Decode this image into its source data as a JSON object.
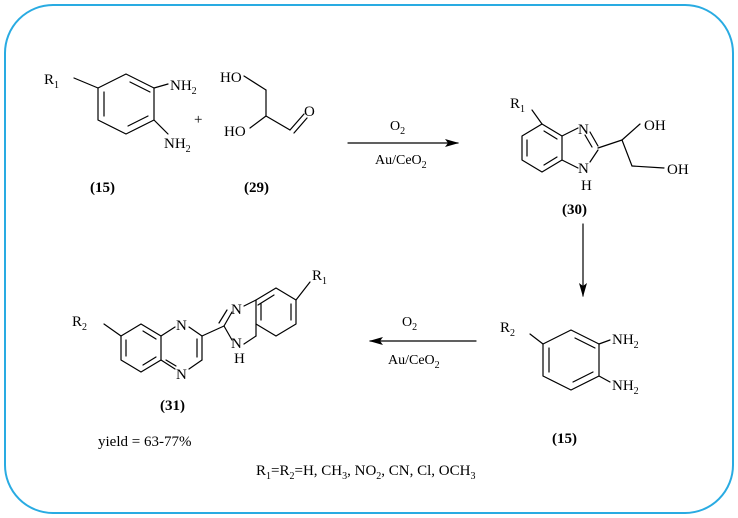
{
  "frame": {
    "border_color": "#29abe2"
  },
  "compounds": {
    "c15_top": {
      "label": "(15)",
      "substituent": {
        "main": "R",
        "sub": "1"
      },
      "amine_1": {
        "main": "NH",
        "sub": "2"
      },
      "amine_2": {
        "main": "NH",
        "sub": "2"
      }
    },
    "plus": "+",
    "c29": {
      "label": "(29)",
      "ho_1": "HO",
      "ho_2": "HO",
      "o": "O"
    },
    "c30": {
      "label": "(30)",
      "substituent": {
        "main": "R",
        "sub": "1"
      },
      "n": "N",
      "nh_n": "N",
      "nh_h": "H",
      "oh_1": "OH",
      "oh_2": "OH"
    },
    "c15_right": {
      "label": "(15)",
      "substituent": {
        "main": "R",
        "sub": "2"
      },
      "amine_1": {
        "main": "NH",
        "sub": "2"
      },
      "amine_2": {
        "main": "NH",
        "sub": "2"
      }
    },
    "c31": {
      "label": "(31)",
      "substituent_q": {
        "main": "R",
        "sub": "2"
      },
      "substituent_b": {
        "main": "R",
        "sub": "1"
      },
      "n_1": "N",
      "n_2": "N",
      "n_3": "N",
      "nh_n": "N",
      "nh_h": "H"
    }
  },
  "arrow_1": {
    "reagent": {
      "main": "O",
      "sub": "2"
    },
    "catalyst": {
      "a": "Au/CeO",
      "sub": "2"
    }
  },
  "arrow_2": {
    "reagent": {
      "main": "O",
      "sub": "2"
    },
    "catalyst": {
      "a": "Au/CeO",
      "sub": "2"
    }
  },
  "yield_text": "yield = 63-77%",
  "footnote": {
    "r1": "R",
    "r1_sub": "1",
    "eq": "=R",
    "r2_sub": "2",
    "list_a": "=H, CH",
    "list_a_sub": "3",
    "list_b": ", NO",
    "list_b_sub": "2",
    "list_c": ", CN, Cl, OCH",
    "list_c_sub": "3"
  }
}
